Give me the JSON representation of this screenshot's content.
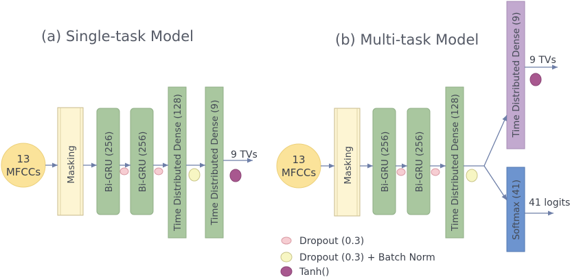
{
  "titles": {
    "single": "(a) Single-task Model",
    "multi": "(b) Multi-task Model"
  },
  "single": {
    "input": [
      "13",
      "MFCCs"
    ],
    "masking": "Masking",
    "gru1": "Bi-GRU (256)",
    "gru2": "Bi-GRU (256)",
    "dense128": "Time Distributed Dense (128)",
    "dense9": "Time Distributed Dense (9)",
    "output": "9 TVs"
  },
  "multi": {
    "input": [
      "13",
      "MFCCs"
    ],
    "masking": "Masking",
    "gru1": "Bi-GRU (256)",
    "gru2": "Bi-GRU (256)",
    "dense128": "Time Distributed Dense (128)",
    "dense9": "Time Distributed Dense (9)",
    "output_tv": "9 TVs",
    "softmax": "Softmax (41)",
    "output_logits": "41 logits"
  },
  "legend": [
    {
      "label": "Dropout (0.3)",
      "color": "#f6cdd2"
    },
    {
      "label": "Dropout (0.3) + Batch Norm",
      "color": "#f7f6c3"
    },
    {
      "label": "Tanh()",
      "color": "#a8588f"
    }
  ],
  "colors": {
    "input": "#fbe39a",
    "masking": "#fdf5d3",
    "gru": "#a9c79f",
    "dense": "#a9c79f",
    "dense_multi9": "#c2a9cf",
    "softmax": "#6d94cf",
    "dropout": "#f6cdd2",
    "dropout_bn": "#f7f6c3",
    "tanh": "#a8588f"
  }
}
